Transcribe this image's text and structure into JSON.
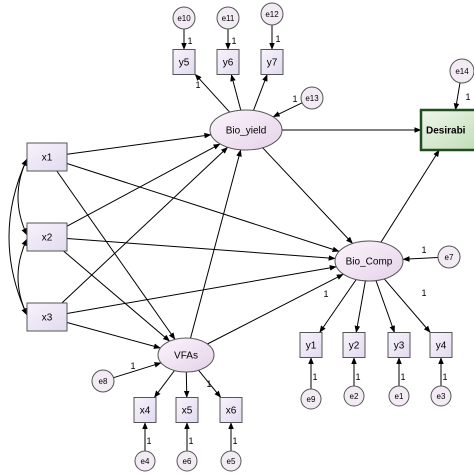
{
  "diagram": {
    "observed": [
      {
        "id": "x1",
        "label": "x1"
      },
      {
        "id": "x2",
        "label": "x2"
      },
      {
        "id": "x3",
        "label": "x3"
      },
      {
        "id": "y5",
        "label": "y5"
      },
      {
        "id": "y6",
        "label": "y6"
      },
      {
        "id": "y7",
        "label": "y7"
      },
      {
        "id": "y1",
        "label": "y1"
      },
      {
        "id": "y2",
        "label": "y2"
      },
      {
        "id": "y3",
        "label": "y3"
      },
      {
        "id": "y4",
        "label": "y4"
      },
      {
        "id": "x4",
        "label": "x4"
      },
      {
        "id": "x5",
        "label": "x5"
      },
      {
        "id": "x6",
        "label": "x6"
      }
    ],
    "latent": [
      {
        "id": "bio_yield",
        "label": "Bio_yield"
      },
      {
        "id": "bio_comp",
        "label": "Bio_Comp"
      },
      {
        "id": "vfas",
        "label": "VFAs"
      }
    ],
    "outcome": {
      "id": "desirab",
      "label": "Desirabi"
    },
    "errors": [
      {
        "id": "e10",
        "label": "e10"
      },
      {
        "id": "e11",
        "label": "e11"
      },
      {
        "id": "e12",
        "label": "e12"
      },
      {
        "id": "e13",
        "label": "e13"
      },
      {
        "id": "e14",
        "label": "e14"
      },
      {
        "id": "e7",
        "label": "e7"
      },
      {
        "id": "e8",
        "label": "e8"
      },
      {
        "id": "e9",
        "label": "e9"
      },
      {
        "id": "e2",
        "label": "e2"
      },
      {
        "id": "e1",
        "label": "e1"
      },
      {
        "id": "e3",
        "label": "e3"
      },
      {
        "id": "e4",
        "label": "e4"
      },
      {
        "id": "e6",
        "label": "e6"
      },
      {
        "id": "e5",
        "label": "e5"
      }
    ],
    "path_weight_label": "1",
    "colors": {
      "node_fill": "#ece6f6",
      "latent_fill": "#f1e3f4",
      "error_fill": "#f3ebf4",
      "outcome_fill": "#d8ecd0",
      "outcome_border": "#1f4d1f",
      "line": "#000000"
    }
  }
}
